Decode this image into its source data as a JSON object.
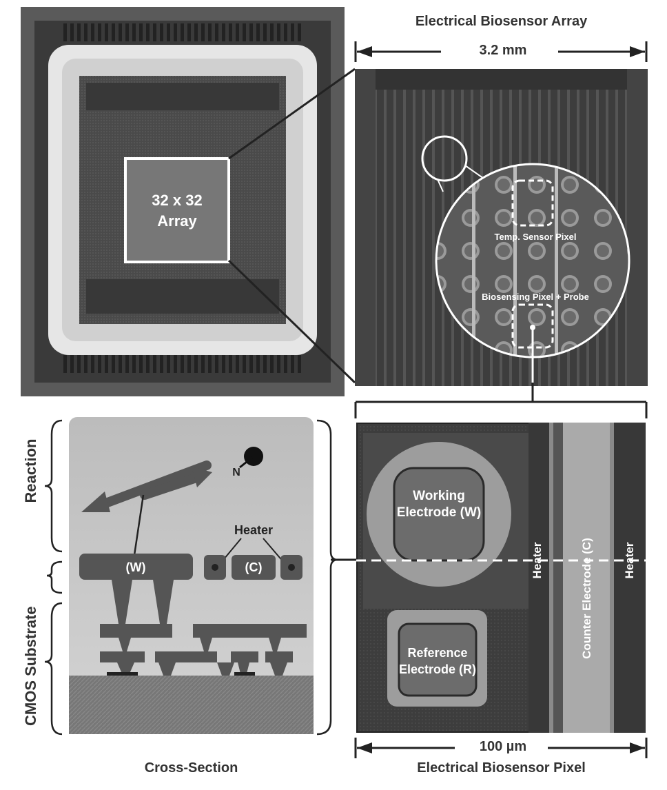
{
  "chip": {
    "array_label_line1": "32 x 32",
    "array_label_line2": "Array"
  },
  "array_view": {
    "title": "Electrical Biosensor Array",
    "dimension": "3.2 mm",
    "temp_sensor_label": "Temp. Sensor Pixel",
    "biosensing_label": "Biosensing Pixel + Probe"
  },
  "cross_section": {
    "caption": "Cross-Section",
    "reaction_label": "Reaction",
    "substrate_label": "CMOS Substrate",
    "heater_label": "Heater",
    "working_label": "(W)",
    "counter_label": "(C)",
    "molecule_label": "N"
  },
  "pixel_view": {
    "caption": "Electrical Biosensor Pixel",
    "dimension": "100 µm",
    "working_line1": "Working",
    "working_line2": "Electrode (W)",
    "reference_line1": "Reference",
    "reference_line2": "Electrode (R)",
    "heater_left": "Heater",
    "counter_electrode": "Counter Electrode (C)",
    "heater_right": "Heater"
  },
  "colors": {
    "dark_gray": "#3b3b3b",
    "mid_gray": "#6e6e6e",
    "light_gray": "#bdbdbd",
    "outline": "#ffffff"
  }
}
